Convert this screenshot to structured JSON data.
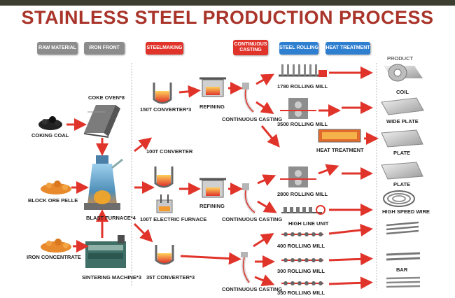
{
  "title": "STAINLESS STEEL PRODUCTION PROCESS",
  "stages": {
    "raw_material": "RAW MATERIAL",
    "iron_front": "IRON FRONT",
    "steelmaking": "STEELMAKING",
    "continuous_casting": "CONTINUOUS CASTING",
    "steel_rolling": "STEEL ROLLING",
    "heat_treatment": "HEAT TREATMENT"
  },
  "product_header": "PRODUCT",
  "labels": {
    "coke_oven": "COKE OVEN*8",
    "coking_coal": "COKING COAL",
    "block_ore": "BLOCK ORE PELLE",
    "blast_furnace": "BLAST FURNACE*4",
    "iron_concentrate": "IRON CONCENTRATE",
    "sintering": "SINTERING MACHINE*3",
    "converter_150": "150T CONVERTER*3",
    "refining_1": "REFINING",
    "cc_1": "CONTINUOUS CASTING",
    "converter_100": "100T CONVERTER",
    "refining_2": "REFINING",
    "electric_furnace": "100T  ELECTRIC FURNACE",
    "cc_2": "CONTINUOUS CASTING",
    "converter_35": "35T CONVERTER*3",
    "cc_3": "CONTINUOUS CASTING",
    "mill_1780": "1780 ROLLING MILL",
    "mill_3500": "3500 ROLLING MILL",
    "heat_treatment": "HEAT TREATMENT",
    "mill_2800": "2800 ROLLING MILL",
    "high_line": "HIGH LINE UNIT",
    "mill_400": "400 ROLLING MILL",
    "mill_300": "300 ROLLING MILL",
    "mill_350": "350 ROLLING MILL"
  },
  "products": {
    "coil": "COIL",
    "wide_plate": "WIDE PLATE",
    "plate_1": "PLATE",
    "plate_2": "PLATE",
    "high_speed_wire": "HIGH SPEED WIRE",
    "bar": "BAR"
  },
  "colors": {
    "title": "#a9342a",
    "arrow": "#e0342b",
    "tag_gray": "#8c8c8c",
    "tag_red": "#e0342b",
    "tag_blue": "#2f7fd1"
  }
}
